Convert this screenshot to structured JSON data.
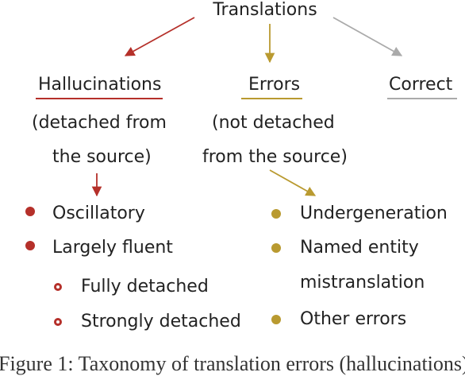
{
  "root": {
    "title": "Translations"
  },
  "colors": {
    "red": "#b5302a",
    "gold": "#b99a30",
    "gray": "#aaaaaa"
  },
  "branches": {
    "hallucinations": {
      "title": "Hallucinations",
      "desc_line1": "(detached from",
      "desc_line2": "the source)"
    },
    "errors": {
      "title": "Errors",
      "desc_line1": "(not detached",
      "desc_line2": "from the source)"
    },
    "correct": {
      "title": "Correct"
    }
  },
  "hallucination_types": [
    {
      "label": "Oscillatory"
    },
    {
      "label": "Largely fluent"
    }
  ],
  "fluent_subtypes": [
    {
      "label": "Fully detached"
    },
    {
      "label": "Strongly detached"
    }
  ],
  "error_types": [
    {
      "label": "Undergeneration"
    },
    {
      "label": "Named entity",
      "label_line2": "mistranslation"
    },
    {
      "label": "Other errors"
    }
  ],
  "caption": {
    "text": "Figure 1: Taxonomy of translation errors (hallucinations)"
  }
}
